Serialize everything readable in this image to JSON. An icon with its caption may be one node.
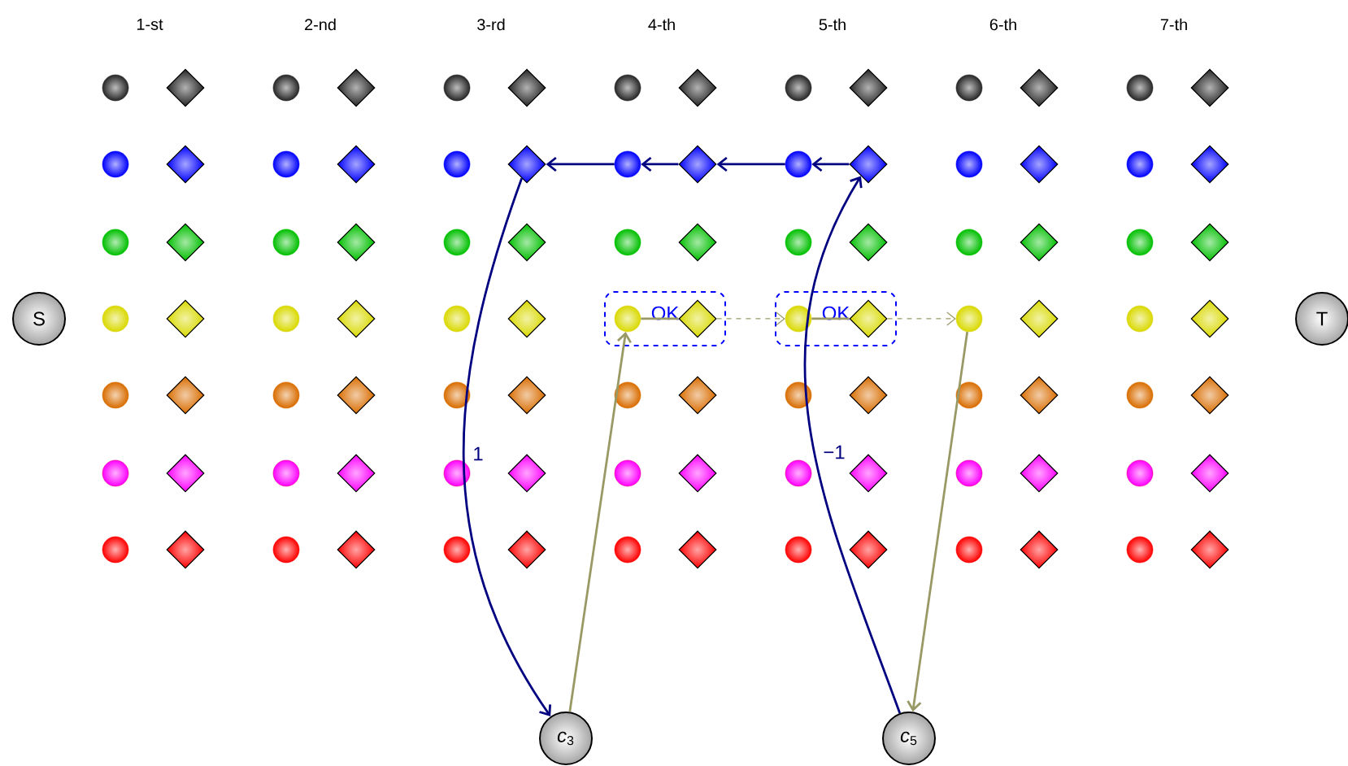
{
  "diagram": {
    "nodes": [
      {
        "text": [
          "OK"
        ]
      },
      {
        "text": [
          "OK"
        ]
      },
      {
        "text": [
          "S"
        ]
      },
      {
        "text": [
          "T"
        ]
      },
      {
        "text": [],
        "shape": "circle"
      },
      {
        "text": [],
        "shape": "diamond"
      },
      {
        "text": [],
        "shape": "circle"
      },
      {
        "text": [],
        "shape": "diamond"
      },
      {
        "text": [],
        "shape": "circle"
      },
      {
        "text": [],
        "shape": "diamond"
      },
      {
        "text": [],
        "shape": "circle"
      },
      {
        "text": [],
        "shape": "diamond"
      },
      {
        "text": [],
        "shape": "circle"
      },
      {
        "text": [],
        "shape": "diamond"
      },
      {
        "text": [],
        "shape": "circle"
      },
      {
        "text": [],
        "shape": "diamond"
      },
      {
        "text": [],
        "shape": "circle"
      },
      {
        "text": [],
        "shape": "diamond"
      },
      {
        "text": [],
        "shape": "circle"
      },
      {
        "text": [],
        "shape": "diamond"
      },
      {
        "text": [],
        "shape": "circle"
      },
      {
        "text": [],
        "shape": "diamond"
      },
      {
        "text": [],
        "shape": "circle"
      },
      {
        "text": [],
        "shape": "diamond"
      },
      {
        "text": [],
        "shape": "circle"
      },
      {
        "text": [],
        "shape": "diamond"
      },
      {
        "text": [],
        "shape": "circle"
      },
      {
        "text": [],
        "shape": "diamond"
      },
      {
        "text": [],
        "shape": "circle"
      },
      {
        "text": [],
        "shape": "diamond"
      },
      {
        "text": [],
        "shape": "circle"
      },
      {
        "text": [],
        "shape": "diamond"
      },
      {
        "text": [],
        "shape": "circle"
      },
      {
        "text": [],
        "shape": "diamond"
      },
      {
        "text": [],
        "shape": "circle"
      },
      {
        "text": [],
        "shape": "diamond"
      },
      {
        "text": [],
        "shape": "circle"
      },
      {
        "text": [],
        "shape": "diamond"
      },
      {
        "text": [],
        "shape": "circle"
      },
      {
        "text": [],
        "shape": "diamond"
      },
      {
        "text": [],
        "shape": "circle"
      },
      {
        "text": [],
        "shape": "diamond"
      },
      {
        "text": [],
        "shape": "circle"
      },
      {
        "text": [],
        "shape": "diamond"
      },
      {
        "text": [],
        "shape": "circle"
      },
      {
        "text": [],
        "shape": "diamond"
      },
      {
        "text": [],
        "shape": "circle"
      },
      {
        "text": [],
        "shape": "diamond"
      },
      {
        "text": [],
        "shape": "circle"
      },
      {
        "text": [],
        "shape": "diamond"
      },
      {
        "text": [],
        "shape": "circle"
      },
      {
        "text": [],
        "shape": "diamond"
      },
      {
        "text": [],
        "shape": "circle",
        "in": 0
      },
      {
        "text": [],
        "shape": "diamond",
        "in": 0
      },
      {
        "text": [],
        "shape": "circle",
        "in": 1
      },
      {
        "text": [],
        "shape": "diamond",
        "in": 1
      },
      {
        "text": [],
        "shape": "circle"
      },
      {
        "text": [],
        "shape": "diamond"
      },
      {
        "text": [],
        "shape": "circle"
      },
      {
        "text": [],
        "shape": "diamond"
      },
      {
        "text": [],
        "shape": "circle"
      },
      {
        "text": [],
        "shape": "diamond"
      },
      {
        "text": [],
        "shape": "circle"
      },
      {
        "text": [],
        "shape": "diamond"
      },
      {
        "text": [],
        "shape": "circle"
      },
      {
        "text": [],
        "shape": "diamond"
      },
      {
        "text": [],
        "shape": "circle"
      },
      {
        "text": [],
        "shape": "diamond"
      },
      {
        "text": [],
        "shape": "circle"
      },
      {
        "text": [],
        "shape": "diamond"
      },
      {
        "text": [],
        "shape": "circle"
      },
      {
        "text": [],
        "shape": "diamond"
      },
      {
        "text": [],
        "shape": "circle"
      },
      {
        "text": [],
        "shape": "diamond"
      },
      {
        "text": [],
        "shape": "circle"
      },
      {
        "text": [],
        "shape": "diamond"
      },
      {
        "text": [],
        "shape": "circle"
      },
      {
        "text": [],
        "shape": "diamond"
      },
      {
        "text": [],
        "shape": "circle"
      },
      {
        "text": [],
        "shape": "diamond"
      },
      {
        "text": [],
        "shape": "circle"
      },
      {
        "text": [],
        "shape": "diamond"
      },
      {
        "text": [],
        "shape": "circle"
      },
      {
        "text": [],
        "shape": "diamond"
      },
      {
        "text": [],
        "shape": "circle"
      },
      {
        "text": [],
        "shape": "diamond"
      },
      {
        "text": [],
        "shape": "circle"
      },
      {
        "text": [],
        "shape": "diamond"
      },
      {
        "text": [],
        "shape": "circle"
      },
      {
        "text": [],
        "shape": "diamond"
      },
      {
        "text": [],
        "shape": "circle"
      },
      {
        "text": [],
        "shape": "diamond"
      },
      {
        "text": [],
        "shape": "circle"
      },
      {
        "text": [],
        "shape": "diamond"
      },
      {
        "text": [],
        "shape": "circle"
      },
      {
        "text": [],
        "shape": "diamond"
      },
      {
        "text": [],
        "shape": "circle"
      },
      {
        "text": [],
        "shape": "diamond"
      },
      {
        "text": [],
        "shape": "circle"
      },
      {
        "text": [],
        "shape": "diamond"
      },
      {
        "text": [],
        "shape": "circle"
      },
      {
        "text": [],
        "shape": "diamond"
      },
      {
        "text": [
          "*c*$_{3}$"
        ]
      },
      {
        "text": [
          "*c*$_{5}$"
        ]
      }
    ],
    "edges": [
      {
        "from": 23,
        "to": 102,
        "arrow": "to",
        "label": "1",
        "color": "#000080"
      },
      {
        "from": 27,
        "to": 26,
        "arrow": "to",
        "color": "#000080"
      },
      {
        "from": 26,
        "to": 25,
        "arrow": "to",
        "color": "#000080"
      },
      {
        "from": 25,
        "to": 24,
        "arrow": "to",
        "color": "#000080"
      },
      {
        "from": 24,
        "to": 23,
        "arrow": "to",
        "color": "#000080"
      },
      {
        "from": 103,
        "to": 27,
        "arrow": "to",
        "label": "−1",
        "color": "#000080"
      },
      {
        "from": 102,
        "to": 52,
        "arrow": "to",
        "color": "#999966"
      },
      {
        "from": 52,
        "to": 53,
        "arrow": "none",
        "color": "#999966"
      },
      {
        "from": 53,
        "to": 54,
        "arrow": "to",
        "style": "dashed",
        "color": "#999966"
      },
      {
        "from": 54,
        "to": 55,
        "arrow": "none",
        "color": "#999966"
      },
      {
        "from": 55,
        "to": 56,
        "arrow": "to",
        "style": "dashed",
        "color": "#999966"
      },
      {
        "from": 56,
        "to": 103,
        "arrow": "to",
        "color": "#999966"
      }
    ],
    "labels": [
      "1-st",
      "2-nd",
      "3-rd",
      "4-th",
      "5-th",
      "6-th",
      "7-th"
    ]
  }
}
